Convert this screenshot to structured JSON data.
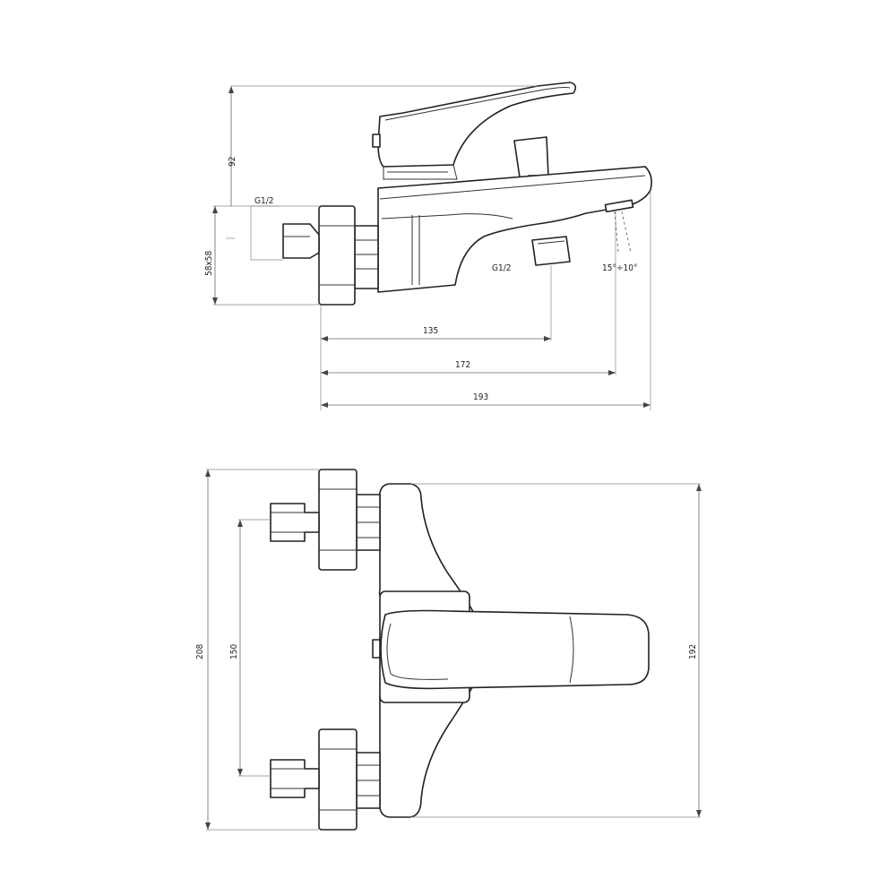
{
  "dimensions": {
    "height_top": "92",
    "thread_inlet": "G1/2",
    "flange": "58x58",
    "thread_outlet": "G1/2",
    "spout_angle": "15°÷10°",
    "len_135": "135",
    "len_172": "172",
    "len_193": "193",
    "height_208": "208",
    "spacing_150": "150",
    "depth_192": "192"
  }
}
